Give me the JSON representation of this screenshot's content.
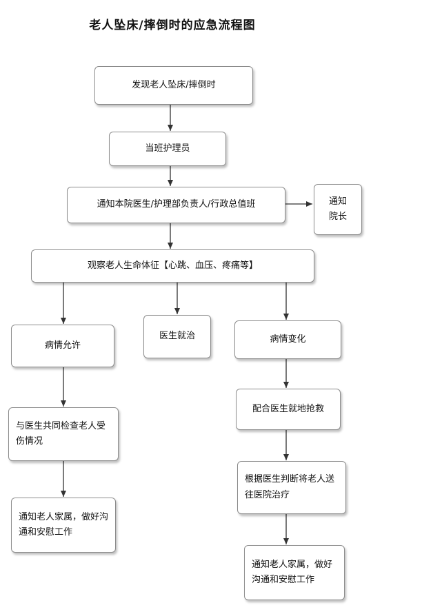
{
  "title": "老人坠床/摔倒时的应急流程图",
  "nodes": {
    "discover": "发现老人坠床/摔倒时",
    "nurse": "当班护理员",
    "notify_staff": "通知本院医生/护理部负责人/行政总值班",
    "notify_director": [
      "通知",
      "院长"
    ],
    "observe": "观察老人生命体征【心跳、血压、疼痛等】",
    "condition_ok": "病情允许",
    "doctor_treat": "医生就治",
    "condition_change": "病情变化",
    "check_injury": "与医生共同检查老人受伤情况",
    "cooperate_rescue": "配合医生就地抢救",
    "notify_family_left": "通知老人家属，做好沟通和安慰工作",
    "send_hospital": "根据医生判断将老人送往医院治疗",
    "notify_family_right": "通知老人家属，做好沟通和安慰工作"
  }
}
